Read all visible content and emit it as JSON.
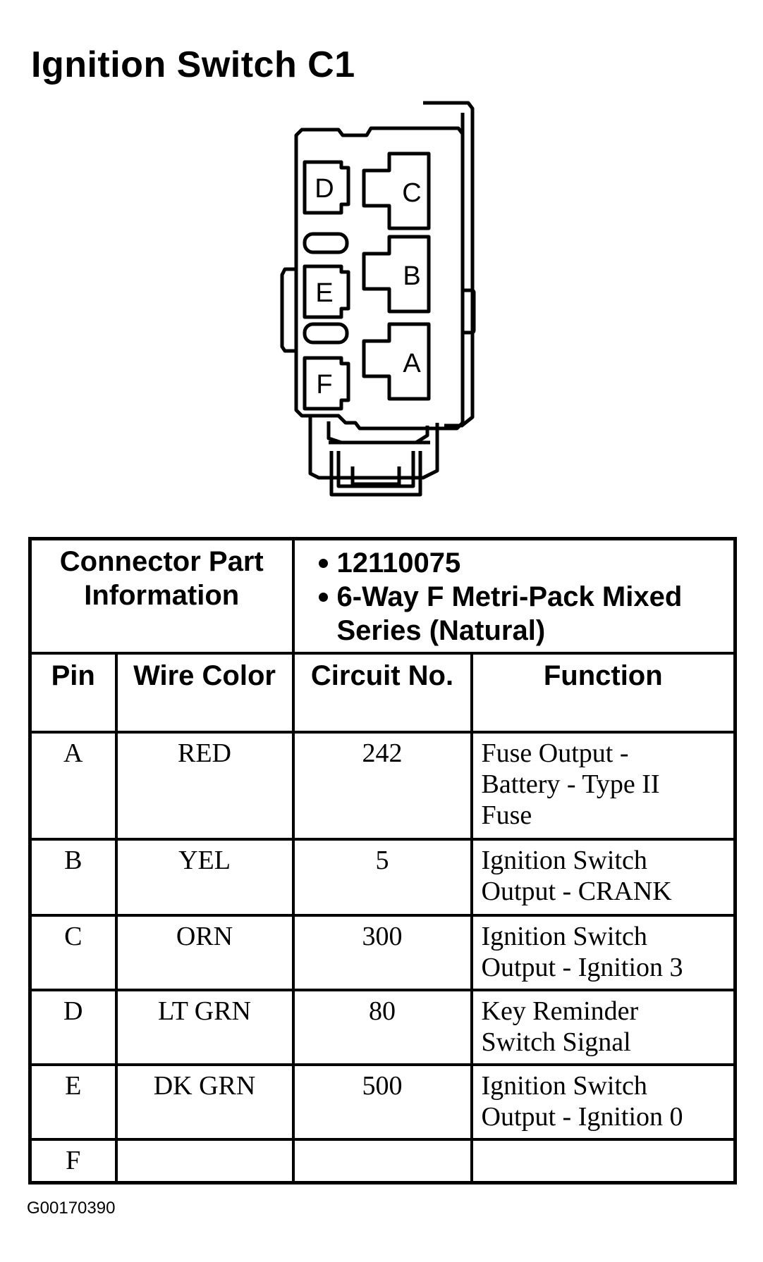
{
  "title": "Ignition Switch C1",
  "connector": {
    "cavities": [
      "D",
      "C",
      "E",
      "B",
      "F",
      "A"
    ]
  },
  "table": {
    "part_info_label": "Connector Part Information",
    "part_info_items": [
      "12110075",
      "6-Way F Metri-Pack Mixed Series (Natural)"
    ],
    "headers": {
      "pin": "Pin",
      "wire_color": "Wire Color",
      "circuit_no": "Circuit No.",
      "function": "Function"
    },
    "rows": [
      {
        "pin": "A",
        "wire_color": "RED",
        "circuit_no": "242",
        "function": "Fuse Output -\nBattery - Type II\nFuse"
      },
      {
        "pin": "B",
        "wire_color": "YEL",
        "circuit_no": "5",
        "function": "Ignition Switch\nOutput - CRANK"
      },
      {
        "pin": "C",
        "wire_color": "ORN",
        "circuit_no": "300",
        "function": "Ignition Switch\nOutput - Ignition 3"
      },
      {
        "pin": "D",
        "wire_color": "LT GRN",
        "circuit_no": "80",
        "function": "Key Reminder\nSwitch Signal"
      },
      {
        "pin": "E",
        "wire_color": "DK GRN",
        "circuit_no": "500",
        "function": "Ignition Switch\nOutput - Ignition 0"
      },
      {
        "pin": "F",
        "wire_color": "",
        "circuit_no": "",
        "function": ""
      }
    ]
  },
  "figure_code": "G00170390"
}
